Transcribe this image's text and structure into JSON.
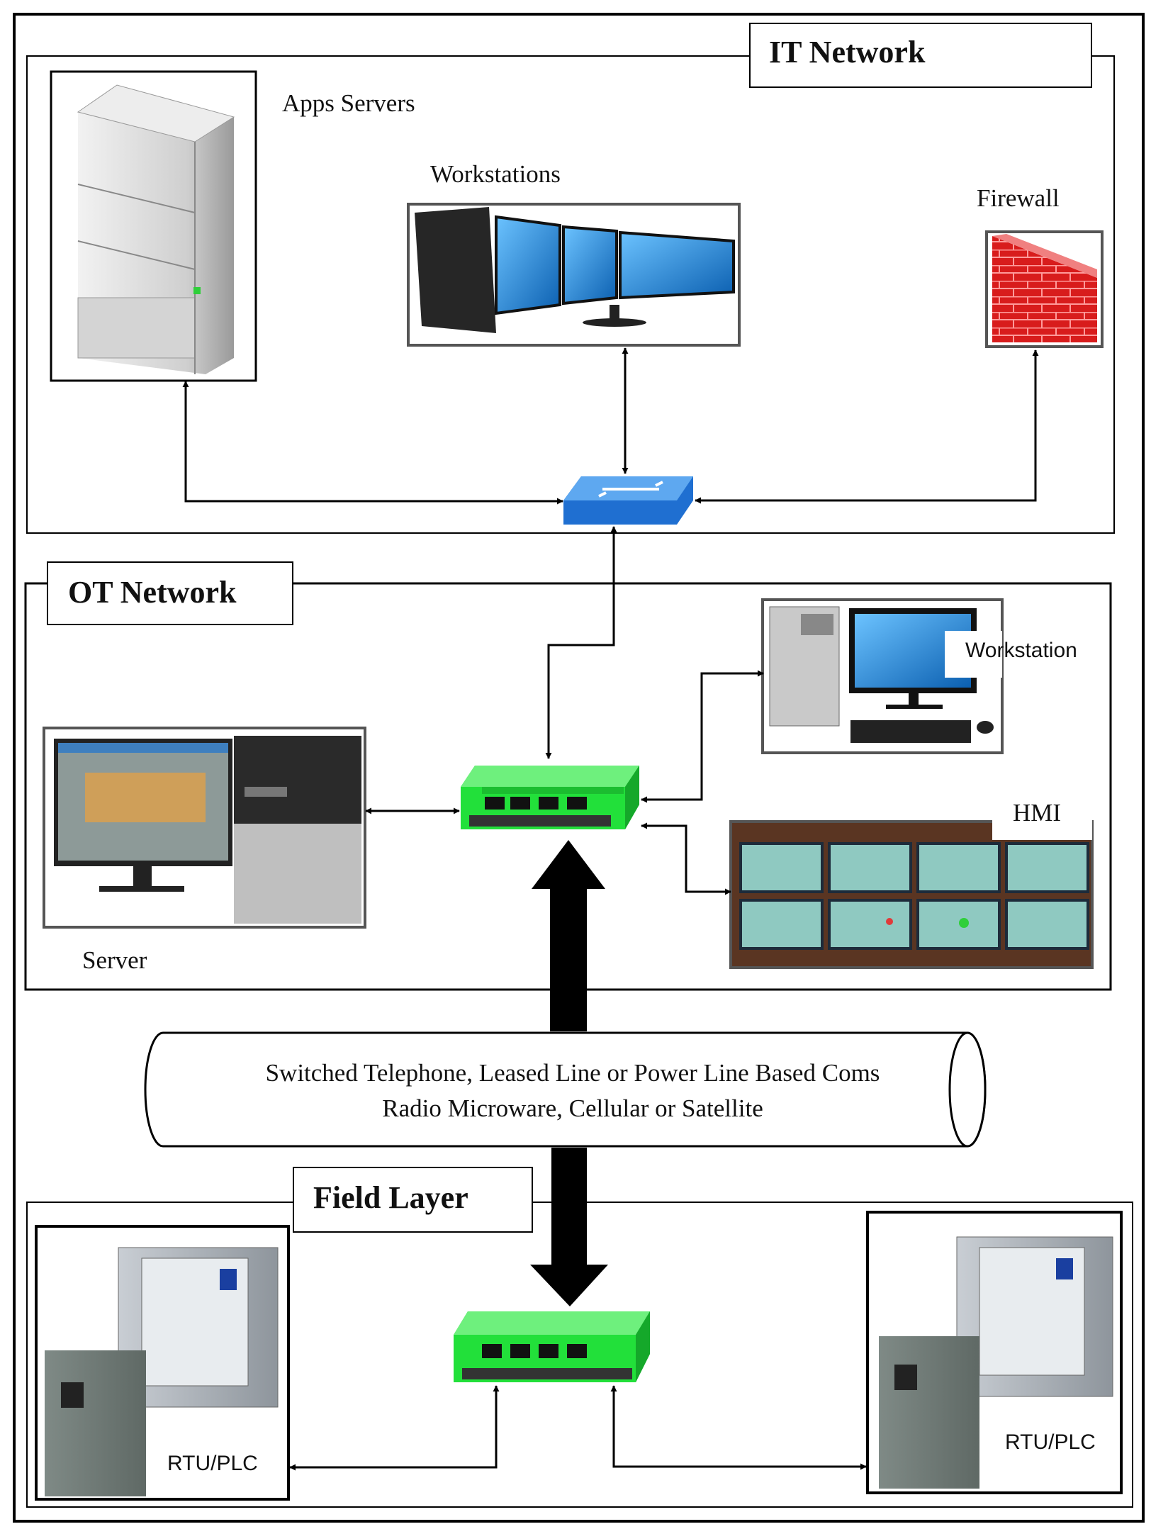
{
  "it_network": {
    "title": "IT Network",
    "apps_servers_label": "Apps Servers",
    "workstations_label": "Workstations",
    "firewall_label": "Firewall"
  },
  "ot_network": {
    "title": "OT Network",
    "server_label": "Server",
    "workstation_label": "Workstation",
    "hmi_label": "HMI"
  },
  "comms": {
    "line1": "Switched Telephone, Leased Line or Power Line Based Coms",
    "line2": "Radio Microware, Cellular or Satellite"
  },
  "field_layer": {
    "title": "Field Layer",
    "rtu_left_label": "RTU/PLC",
    "rtu_right_label": "RTU/PLC"
  },
  "colors": {
    "switch_green": "#22e03a",
    "it_switch_blue": "#2a78d8",
    "firewall_red": "#e02020",
    "monitor_blue": "#1f8fe0"
  },
  "icons": [
    "server-rack-icon",
    "workstation-monitors-icon",
    "firewall-icon",
    "network-switch-icon",
    "industrial-switch-icon",
    "desktop-computer-icon",
    "hmi-screens-icon",
    "server-computer-icon",
    "control-cabinet-icon"
  ]
}
